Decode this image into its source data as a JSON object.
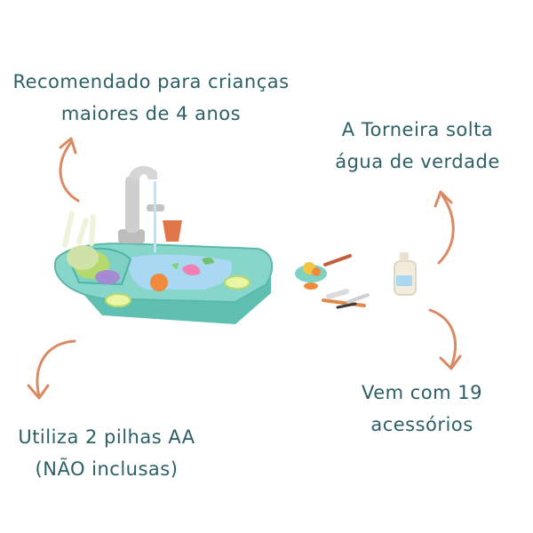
{
  "captions": {
    "age": {
      "line1": "Recomendado para crianças",
      "line2": "maiores de 4 anos"
    },
    "tap": {
      "line1": "A Torneira solta",
      "line2": "água de verdade"
    },
    "accessories": {
      "line1": "Vem com 19",
      "line2": "acessórios"
    },
    "batteries": {
      "line1": "Utiliza 2 pilhas AA",
      "line2": "(NÃO inclusas)"
    }
  },
  "colors": {
    "text": "#2d5f66",
    "arrow": "#d98a62",
    "sink": "#7fd1c4",
    "sink_dark": "#4fb3a5",
    "water": "#a9d8f2",
    "faucet": "#c9c9c9",
    "accent_orange": "#e0774a",
    "accent_green": "#b6d96e",
    "accent_purple": "#a58bd1"
  },
  "icons": {
    "arrow_age": "curved-arrow-up-icon",
    "arrow_tap": "curved-arrow-up-icon",
    "arrow_acc": "curved-arrow-down-icon",
    "arrow_bat": "curved-arrow-down-icon"
  }
}
